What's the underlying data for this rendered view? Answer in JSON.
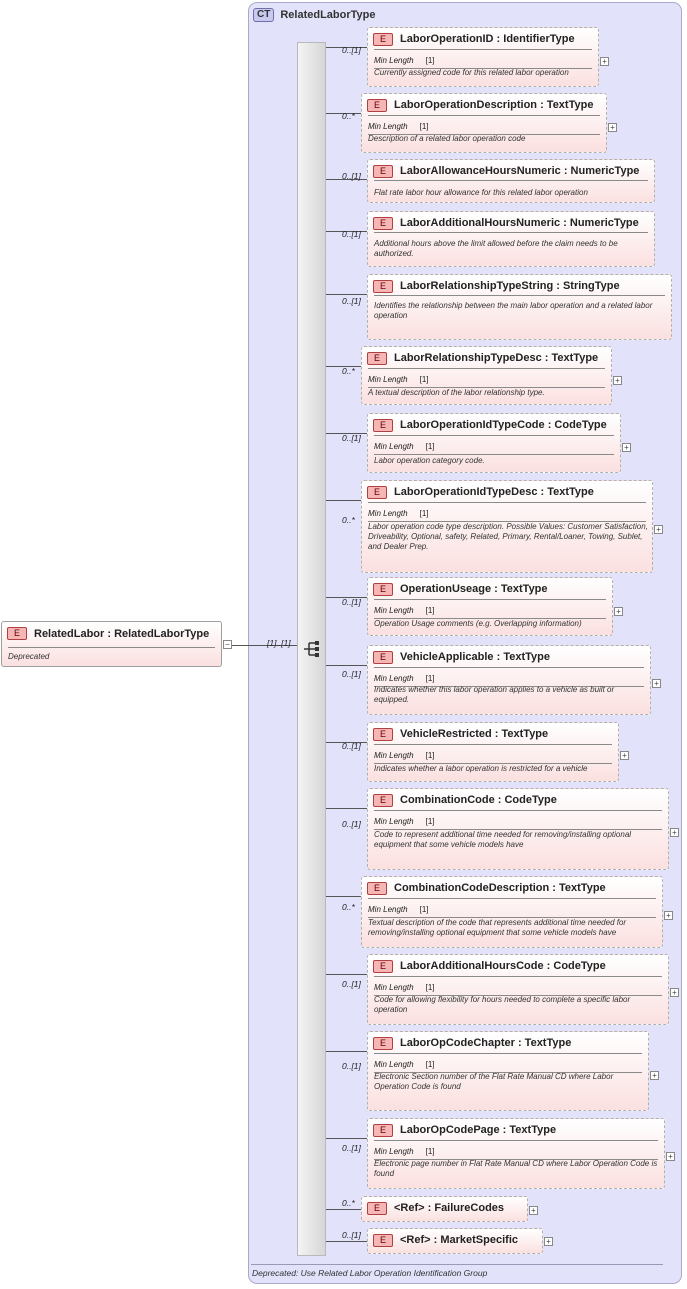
{
  "complex_type": {
    "badge": "CT",
    "name": "RelatedLaborType",
    "footer": "Deprecated: Use Related Labor Operation Identification Group"
  },
  "root": {
    "badge": "E",
    "title": "RelatedLabor  : RelatedLaborType",
    "doc": "Deprecated",
    "cardinality": "[1]..[1]",
    "toggle": "−"
  },
  "facet_label": "Min Length",
  "elements": [
    {
      "card": "0..[1]",
      "badge": "E",
      "title": "LaborOperationID  : IdentifierType",
      "facet": "[1]",
      "doc": "Currently assigned code for this related labor operation",
      "toggle": "+"
    },
    {
      "card": "0..*",
      "badge": "E",
      "title": "LaborOperationDescription  : TextType",
      "facet": "[1]",
      "doc": "Description of a related labor operation code",
      "toggle": "+"
    },
    {
      "card": "0..[1]",
      "badge": "E",
      "title": "LaborAllowanceHoursNumeric  : NumericType",
      "facet": "",
      "doc": "Flat rate labor hour allowance for this related labor operation",
      "toggle": ""
    },
    {
      "card": "0..[1]",
      "badge": "E",
      "title": "LaborAdditionalHoursNumeric  : NumericType",
      "facet": "",
      "doc": "Additional hours above the limit allowed before the claim needs to be authorized.",
      "toggle": ""
    },
    {
      "card": "0..[1]",
      "badge": "E",
      "title": "LaborRelationshipTypeString  : StringType",
      "facet": "",
      "doc": "Identifies the relationship between the main labor operation and a related labor operation",
      "toggle": ""
    },
    {
      "card": "0..*",
      "badge": "E",
      "title": "LaborRelationshipTypeDesc  : TextType",
      "facet": "[1]",
      "doc": "A textual description of the labor relationship type.",
      "toggle": "+"
    },
    {
      "card": "0..[1]",
      "badge": "E",
      "title": "LaborOperationIdTypeCode  : CodeType",
      "facet": "[1]",
      "doc": "Labor operation category code.",
      "toggle": "+"
    },
    {
      "card": "0..*",
      "badge": "E",
      "title": "LaborOperationIdTypeDesc  : TextType",
      "facet": "[1]",
      "doc": "Labor operation code type description. Possible Values: Customer Satisfaction, Driveability, Optional, safety, Related, Primary, Rental/Loaner, Towing, Sublet, and Dealer Prep.",
      "toggle": "+"
    },
    {
      "card": "0..[1]",
      "badge": "E",
      "title": "OperationUseage  : TextType",
      "facet": "[1]",
      "doc": "Operation Usage comments (e.g. Overlapping information)",
      "toggle": "+"
    },
    {
      "card": "0..[1]",
      "badge": "E",
      "title": "VehicleApplicable  : TextType",
      "facet": "[1]",
      "doc": "Indicates whether this labor operation applies to a vehicle as built or equipped.",
      "toggle": "+"
    },
    {
      "card": "0..[1]",
      "badge": "E",
      "title": "VehicleRestricted  : TextType",
      "facet": "[1]",
      "doc": "Indicates whether a labor operation is restricted for a vehicle",
      "toggle": "+"
    },
    {
      "card": "0..[1]",
      "badge": "E",
      "title": "CombinationCode  : CodeType",
      "facet": "[1]",
      "doc": "Code to represent additional time needed for removing/installing optional equipment that some vehicle models have",
      "toggle": "+"
    },
    {
      "card": "0..*",
      "badge": "E",
      "title": "CombinationCodeDescription  : TextType",
      "facet": "[1]",
      "doc": "Textual description of the code that represents additional time needed for removing/installing optional equipment that some vehicle models have",
      "toggle": "+"
    },
    {
      "card": "0..[1]",
      "badge": "E",
      "title": "LaborAdditionalHoursCode  : CodeType",
      "facet": "[1]",
      "doc": "Code for allowing flexibility for hours needed to complete a specific labor operation",
      "toggle": "+"
    },
    {
      "card": "0..[1]",
      "badge": "E",
      "title": "LaborOpCodeChapter  : TextType",
      "facet": "[1]",
      "doc": "Electronic Section number of the Flat Rate Manual CD where Labor Operation Code is found",
      "toggle": "+"
    },
    {
      "card": "0..[1]",
      "badge": "E",
      "title": "LaborOpCodePage  : TextType",
      "facet": "[1]",
      "doc": "Electronic page number in Flat Rate Manual CD where Labor Operation Code is found",
      "toggle": "+"
    },
    {
      "card": "0..*",
      "badge": "E",
      "title": "<Ref>      : FailureCodes",
      "facet": "",
      "doc": "",
      "toggle": "+"
    },
    {
      "card": "0..[1]",
      "badge": "E",
      "title": "<Ref>      : MarketSpecific",
      "facet": "",
      "doc": "",
      "toggle": "+"
    }
  ]
}
